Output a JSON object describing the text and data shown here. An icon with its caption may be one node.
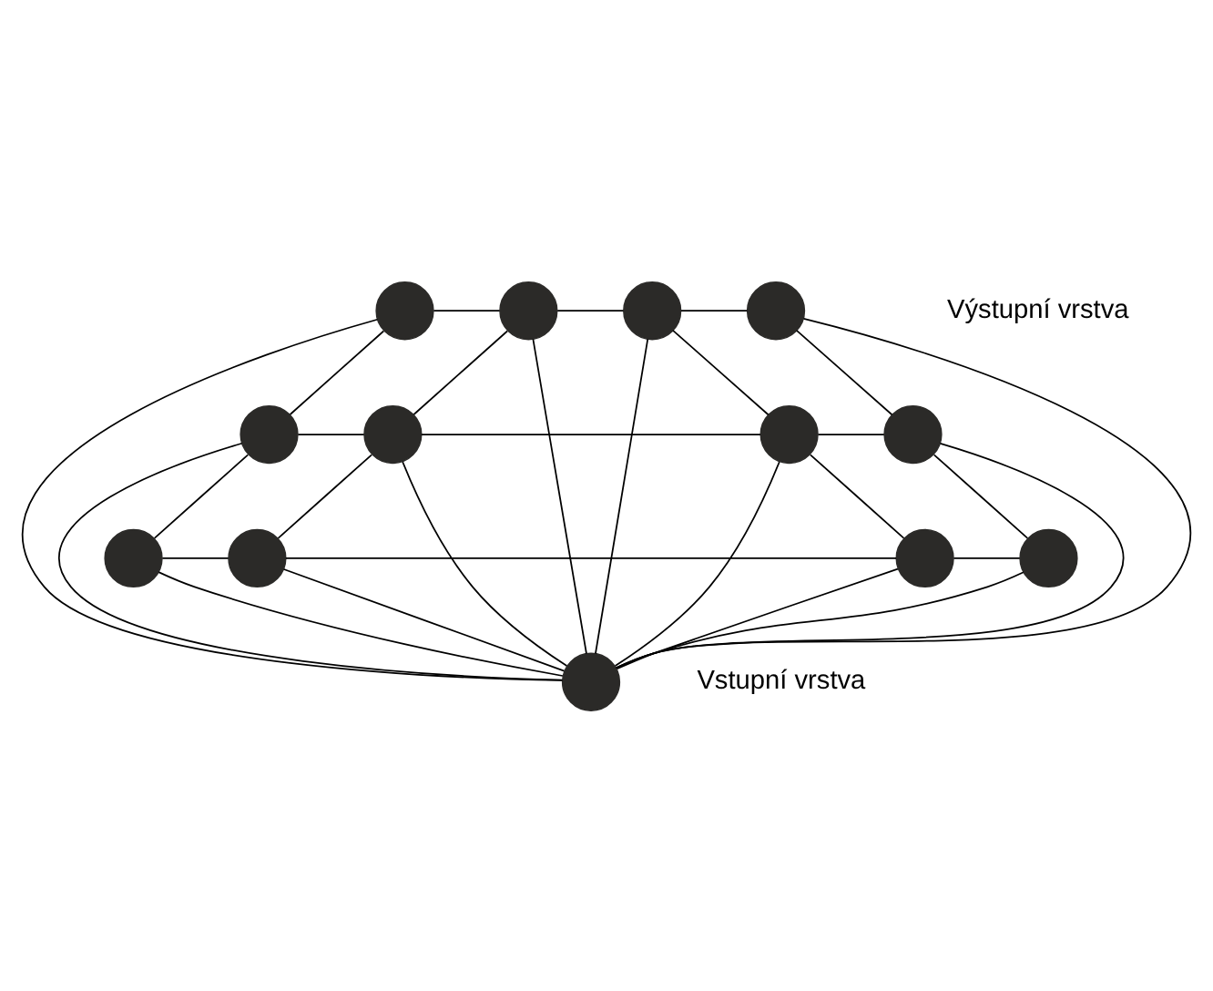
{
  "diagram": {
    "nodes": [
      {
        "text": [],
        "shape": "circle"
      },
      {
        "text": [],
        "shape": "circle"
      },
      {
        "text": [],
        "shape": "circle"
      },
      {
        "text": [],
        "shape": "circle"
      },
      {
        "text": [],
        "shape": "circle"
      },
      {
        "text": [],
        "shape": "circle"
      },
      {
        "text": [],
        "shape": "circle"
      },
      {
        "text": [],
        "shape": "circle"
      },
      {
        "text": [],
        "shape": "circle"
      },
      {
        "text": [],
        "shape": "circle"
      },
      {
        "text": [],
        "shape": "circle"
      },
      {
        "text": [],
        "shape": "circle"
      },
      {
        "text": [],
        "shape": "circle"
      }
    ],
    "edges": [
      {
        "from": 0,
        "to": 1,
        "arrow": "none"
      },
      {
        "from": 1,
        "to": 2,
        "arrow": "none"
      },
      {
        "from": 2,
        "to": 3,
        "arrow": "none"
      },
      {
        "from": 4,
        "to": 5,
        "arrow": "none"
      },
      {
        "from": 5,
        "to": 6,
        "arrow": "none"
      },
      {
        "from": 6,
        "to": 7,
        "arrow": "none"
      },
      {
        "from": 8,
        "to": 9,
        "arrow": "none"
      },
      {
        "from": 9,
        "to": 10,
        "arrow": "none"
      },
      {
        "from": 10,
        "to": 11,
        "arrow": "none"
      },
      {
        "from": 0,
        "to": 4,
        "arrow": "none"
      },
      {
        "from": 1,
        "to": 5,
        "arrow": "none"
      },
      {
        "from": 2,
        "to": 6,
        "arrow": "none"
      },
      {
        "from": 3,
        "to": 7,
        "arrow": "none"
      },
      {
        "from": 4,
        "to": 8,
        "arrow": "none"
      },
      {
        "from": 5,
        "to": 9,
        "arrow": "none"
      },
      {
        "from": 6,
        "to": 10,
        "arrow": "none"
      },
      {
        "from": 7,
        "to": 11,
        "arrow": "none"
      },
      {
        "from": 0,
        "to": 12,
        "arrow": "none"
      },
      {
        "from": 1,
        "to": 12,
        "arrow": "none"
      },
      {
        "from": 2,
        "to": 12,
        "arrow": "none"
      },
      {
        "from": 3,
        "to": 12,
        "arrow": "none"
      },
      {
        "from": 4,
        "to": 12,
        "arrow": "none"
      },
      {
        "from": 5,
        "to": 12,
        "arrow": "none"
      },
      {
        "from": 6,
        "to": 12,
        "arrow": "none"
      },
      {
        "from": 7,
        "to": 12,
        "arrow": "none"
      },
      {
        "from": 8,
        "to": 12,
        "arrow": "none"
      },
      {
        "from": 9,
        "to": 12,
        "arrow": "none"
      },
      {
        "from": 10,
        "to": 12,
        "arrow": "none"
      },
      {
        "from": 11,
        "to": 12,
        "arrow": "none"
      }
    ],
    "labels": [
      "Výstupní vrstva",
      "Vstupní vrstva"
    ]
  }
}
